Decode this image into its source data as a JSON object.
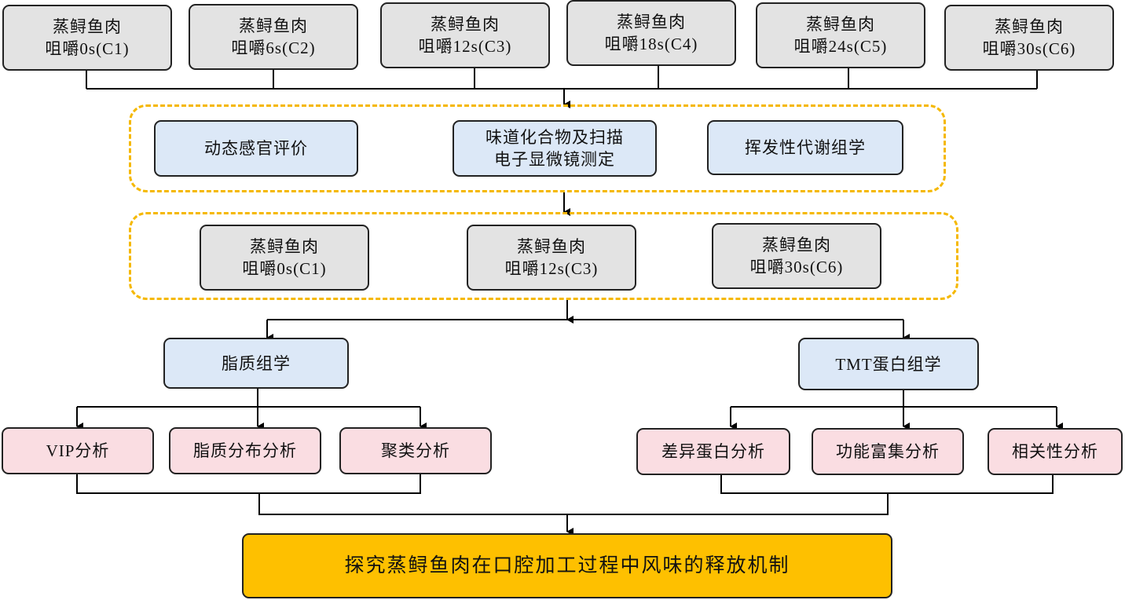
{
  "samples_top": [
    {
      "line1": "蒸鲟鱼肉",
      "line2": "咀嚼0s(C1)"
    },
    {
      "line1": "蒸鲟鱼肉",
      "line2": "咀嚼6s(C2)"
    },
    {
      "line1": "蒸鲟鱼肉",
      "line2": "咀嚼12s(C3)"
    },
    {
      "line1": "蒸鲟鱼肉",
      "line2": "咀嚼18s(C4)"
    },
    {
      "line1": "蒸鲟鱼肉",
      "line2": "咀嚼24s(C5)"
    },
    {
      "line1": "蒸鲟鱼肉",
      "line2": "咀嚼30s(C6)"
    }
  ],
  "methods": [
    {
      "line1": "动态感官评价"
    },
    {
      "line1": "味道化合物及扫描",
      "line2": "电子显微镜测定"
    },
    {
      "line1": "挥发性代谢组学"
    }
  ],
  "samples_selected": [
    {
      "line1": "蒸鲟鱼肉",
      "line2": "咀嚼0s(C1)"
    },
    {
      "line1": "蒸鲟鱼肉",
      "line2": "咀嚼12s(C3)"
    },
    {
      "line1": "蒸鲟鱼肉",
      "line2": "咀嚼30s(C6)"
    }
  ],
  "omics": {
    "lipidomics": "脂质组学",
    "proteomics": "TMT蛋白组学"
  },
  "lipid_analyses": [
    "VIP分析",
    "脂质分布分析",
    "聚类分析"
  ],
  "protein_analyses": [
    "差异蛋白分析",
    "功能富集分析",
    "相关性分析"
  ],
  "conclusion": "探究蒸鲟鱼肉在口腔加工过程中风味的释放机制",
  "colors": {
    "sample_fill": "#e3e3e3",
    "method_fill": "#dce8f7",
    "analysis_fill": "#fadde2",
    "conclusion_fill": "#fec000",
    "dashed_border": "#f5b800"
  }
}
